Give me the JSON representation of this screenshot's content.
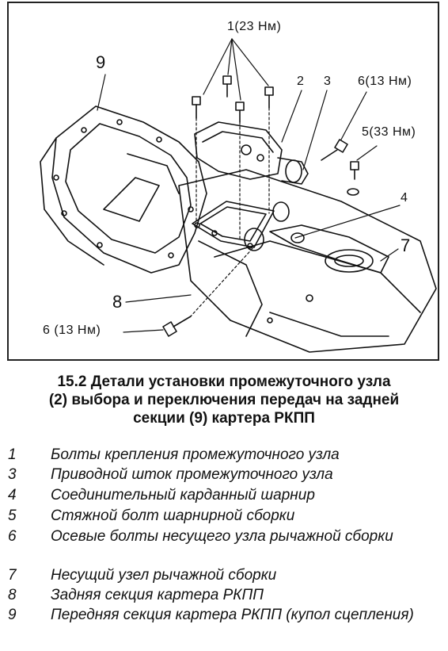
{
  "figure": {
    "callouts": {
      "c1": "1(23 Нм)",
      "c2": "2",
      "c3": "3",
      "c4": "4",
      "c5": "5(33 Нм)",
      "c6a": "6(13 Нм)",
      "c6b": "6 (13 Нм)",
      "c7": "7",
      "c8": "8",
      "c9": "9"
    }
  },
  "caption": {
    "line1": "15.2 Детали установки промежуточного узла",
    "line2": "(2) выбора и переключения передач на задней",
    "line3": "секции (9) картера РКПП"
  },
  "legend": [
    {
      "num": "1",
      "text": "Болты крепления промежуточного узла"
    },
    {
      "num": "3",
      "text": "Приводной шток промежуточного узла"
    },
    {
      "num": "4",
      "text": "Соединительный карданный шарнир"
    },
    {
      "num": "5",
      "text": "Стяжной болт шарнирной сборки"
    },
    {
      "num": "6",
      "text": "Осевые болты несущего узла рычажной сборки"
    },
    {
      "num": "7",
      "text": "Несущий узел рычажной сборки"
    },
    {
      "num": "8",
      "text": "Задняя секция картера РКПП"
    },
    {
      "num": "9",
      "text": "Передняя секция картера РКПП (купол сцепления)"
    }
  ]
}
